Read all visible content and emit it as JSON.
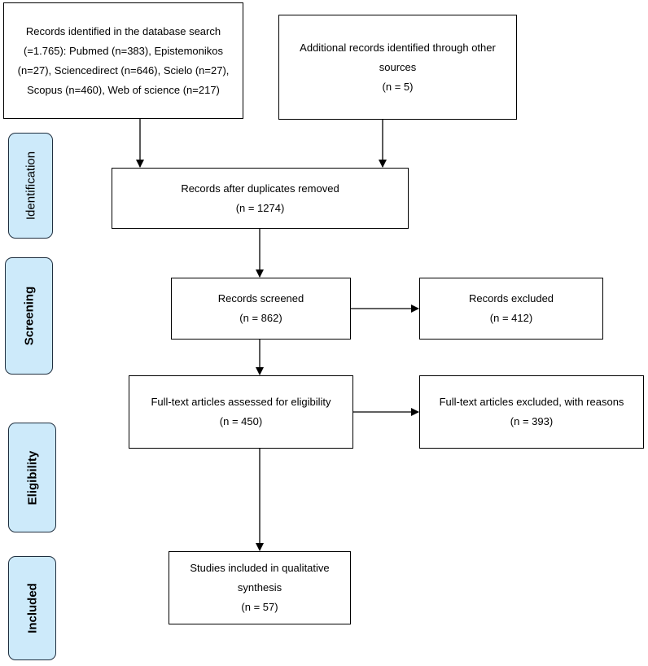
{
  "phases": {
    "identification": "Identification",
    "screening": "Screening",
    "eligibility": "Eligibility",
    "included": "Included"
  },
  "boxes": {
    "database_search": {
      "lines": [
        "Records identified in the database search",
        "(=1.765): Pubmed (n=383), Epistemonikos",
        "(n=27), Sciencedirect (n=646), Scielo (n=27),",
        "Scopus (n=460), Web of science (n=217)"
      ]
    },
    "other_sources": {
      "lines": [
        "Additional records identified through other",
        "sources",
        "(n = 5)"
      ]
    },
    "after_duplicates": {
      "lines": [
        "Records after duplicates removed",
        "(n = 1274)"
      ]
    },
    "screened": {
      "lines": [
        "Records screened",
        "(n = 862)"
      ]
    },
    "excluded": {
      "lines": [
        "Records excluded",
        "(n = 412)"
      ]
    },
    "fulltext_assessed": {
      "lines": [
        "Full-text articles assessed for eligibility",
        "(n = 450)"
      ]
    },
    "fulltext_excluded": {
      "lines": [
        "Full-text articles excluded, with reasons",
        "(n = 393)"
      ]
    },
    "qualitative": {
      "lines": [
        "Studies included in qualitative synthesis",
        "(n = 57)"
      ]
    }
  },
  "colors": {
    "phase_fill": "#cdeafa",
    "phase_border": "#1f2f3f",
    "line": "#000000"
  }
}
